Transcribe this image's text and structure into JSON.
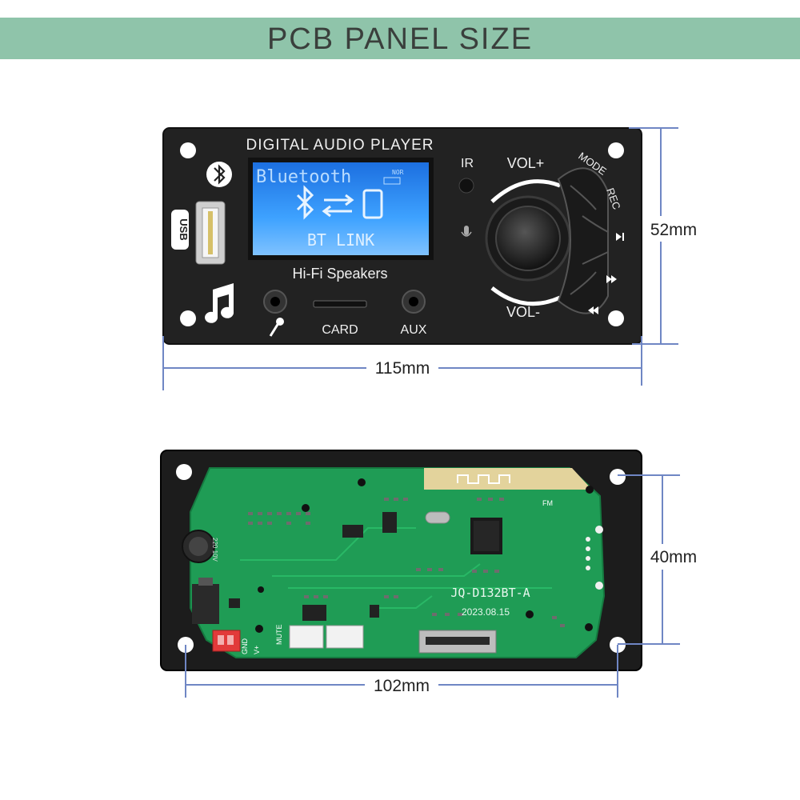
{
  "header": {
    "title": "PCB PANEL SIZE"
  },
  "colors": {
    "banner": "#8fc4aa",
    "dimension_line": "#6f86c4",
    "panel": "#222222",
    "pcb": "#1f9c55",
    "lcd": "#2f8ff0"
  },
  "front_panel": {
    "title": "DIGITAL AUDIO PLAYER",
    "subtitle": "Hi-Fi Speakers",
    "usb_label": "USB",
    "ir_label": "IR",
    "vol_plus": "VOL+",
    "vol_minus": "VOL-",
    "mode_label": "MODE",
    "rec_label": "REC",
    "card_label": "CARD",
    "aux_label": "AUX",
    "lcd": {
      "line1": "Bluetooth",
      "line2": "BT LINK",
      "badge": "NOR"
    },
    "icons": [
      "bluetooth-icon",
      "music-note-icon",
      "microphone-icon",
      "play-pause-icon",
      "next-icon",
      "prev-icon"
    ]
  },
  "back_panel": {
    "model": "JQ-D132BT-A",
    "date": "2023.08.15",
    "capacitor": "220 10V",
    "labels": {
      "mute": "MUTE",
      "v_plus": "V+",
      "gnd": "GND",
      "fm": "FM"
    }
  },
  "dimensions": {
    "front_width": "115mm",
    "front_height": "52mm",
    "back_width": "102mm",
    "back_height": "40mm"
  }
}
